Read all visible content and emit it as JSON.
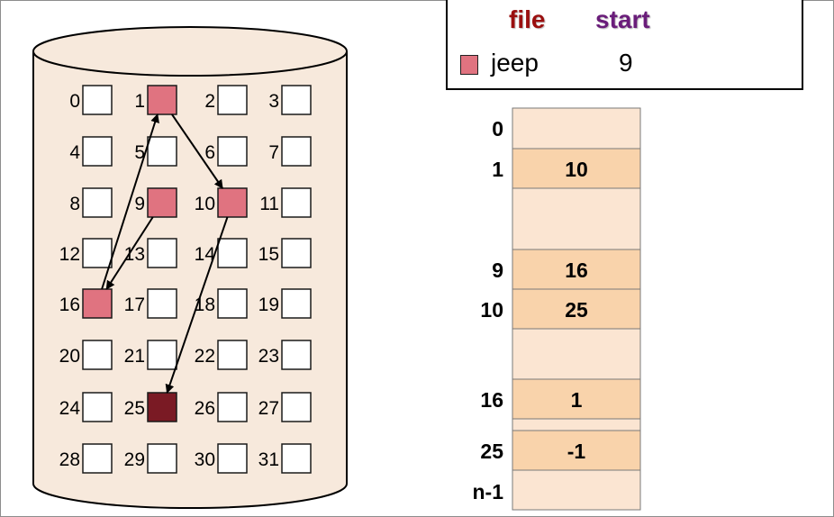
{
  "directory": {
    "header_file": "file",
    "header_start": "start",
    "entry": {
      "name": "jeep",
      "start": "9"
    },
    "colors": {
      "file_header": "#9a0f0f",
      "start_header": "#6a1d7a"
    }
  },
  "disk": {
    "blocks": [
      "0",
      "1",
      "2",
      "3",
      "4",
      "5",
      "6",
      "7",
      "8",
      "9",
      "10",
      "11",
      "12",
      "13",
      "14",
      "15",
      "16",
      "17",
      "18",
      "19",
      "20",
      "21",
      "22",
      "23",
      "24",
      "25",
      "26",
      "27",
      "28",
      "29",
      "30",
      "31"
    ],
    "file_blocks": [
      9,
      16,
      1,
      10
    ],
    "last_block": 25,
    "colors": {
      "cylinder": "#f7e9dc",
      "used_block": "#e07380",
      "last_block": "#7a1a24"
    }
  },
  "fat": {
    "rows": [
      {
        "label": "0",
        "value": "",
        "filled": false
      },
      {
        "label": "1",
        "value": "10",
        "filled": true
      },
      {
        "label": "",
        "value": "",
        "filled": false
      },
      {
        "label": "9",
        "value": "16",
        "filled": true
      },
      {
        "label": "10",
        "value": "25",
        "filled": true
      },
      {
        "label": "",
        "value": "",
        "filled": false
      },
      {
        "label": "16",
        "value": "1",
        "filled": true
      },
      {
        "label": "25",
        "value": "-1",
        "filled": true
      },
      {
        "label": "n-1",
        "value": "",
        "filled": false
      }
    ],
    "colors": {
      "table_bg": "#fbe5d2",
      "entry_bg": "#f9d3ab"
    }
  }
}
